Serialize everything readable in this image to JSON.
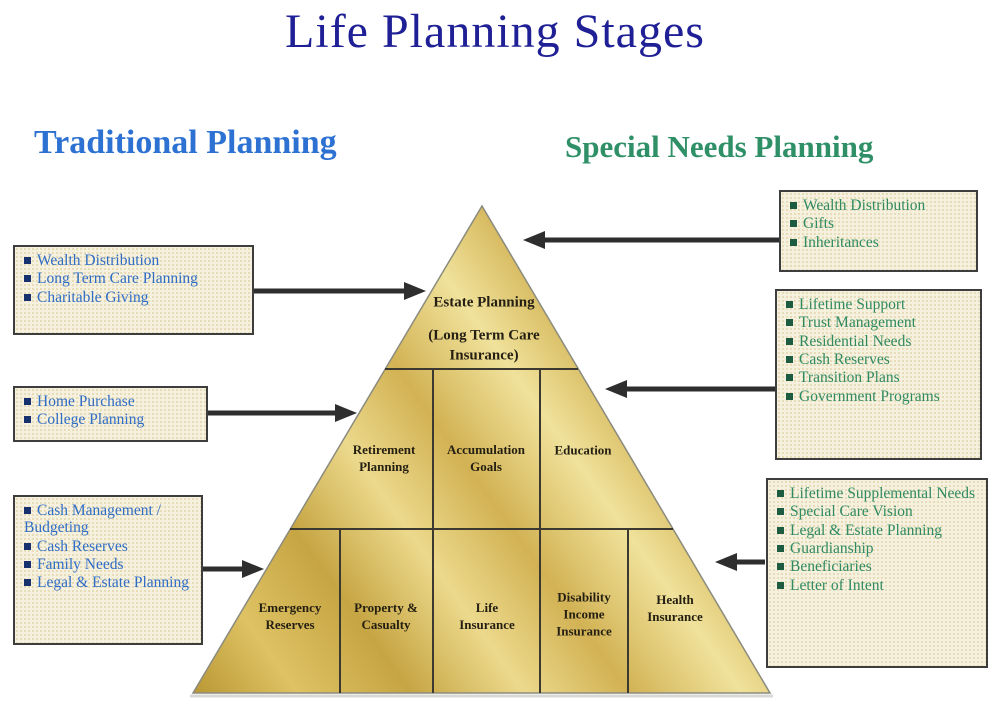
{
  "title": "Life Planning Stages",
  "headers": {
    "left": "Traditional Planning",
    "right": "Special Needs Planning"
  },
  "colors": {
    "title_navy": "#1f1f96",
    "traditional_blue": "#2d72d2",
    "special_green": "#2f9067",
    "left_box_text": "#2e6cc5",
    "left_box_bullet": "#17316e",
    "right_box_text": "#2f8a61",
    "right_box_bullet": "#1d5c41",
    "box_background": "#f6f1de",
    "box_border": "#3d3d3d",
    "arrow": "#2e2e2e",
    "pyramid_gold_dark": "#bd9a36",
    "pyramid_gold_light": "#f0e29b"
  },
  "left_boxes": [
    {
      "items": [
        "Wealth Distribution",
        "Long Term Care Planning",
        "Charitable Giving"
      ]
    },
    {
      "items": [
        "Home Purchase",
        "College Planning"
      ]
    },
    {
      "items": [
        "Cash Management / Budgeting",
        "Cash Reserves",
        "Family Needs",
        "Legal & Estate Planning"
      ]
    }
  ],
  "right_boxes": [
    {
      "items": [
        "Wealth Distribution",
        "Gifts",
        "Inheritances"
      ]
    },
    {
      "items": [
        "Lifetime Support",
        "Trust Management",
        "Residential Needs",
        "Cash Reserves",
        "Transition Plans",
        "Government Programs"
      ]
    },
    {
      "items": [
        "Lifetime Supplemental Needs",
        "Special Care Vision",
        "Legal & Estate Planning",
        "Guardianship",
        "Beneficiaries",
        "Letter of Intent"
      ]
    }
  ],
  "pyramid": {
    "tier1_title": "Estate Planning",
    "tier1_sub": "(Long Term Care Insurance)",
    "tier2": [
      "Retirement Planning",
      "Accumulation Goals",
      "Education"
    ],
    "tier3": [
      "Emergency Reserves",
      "Property & Casualty",
      "Life Insurance",
      "Disability Income Insurance",
      "Health Insurance"
    ]
  }
}
